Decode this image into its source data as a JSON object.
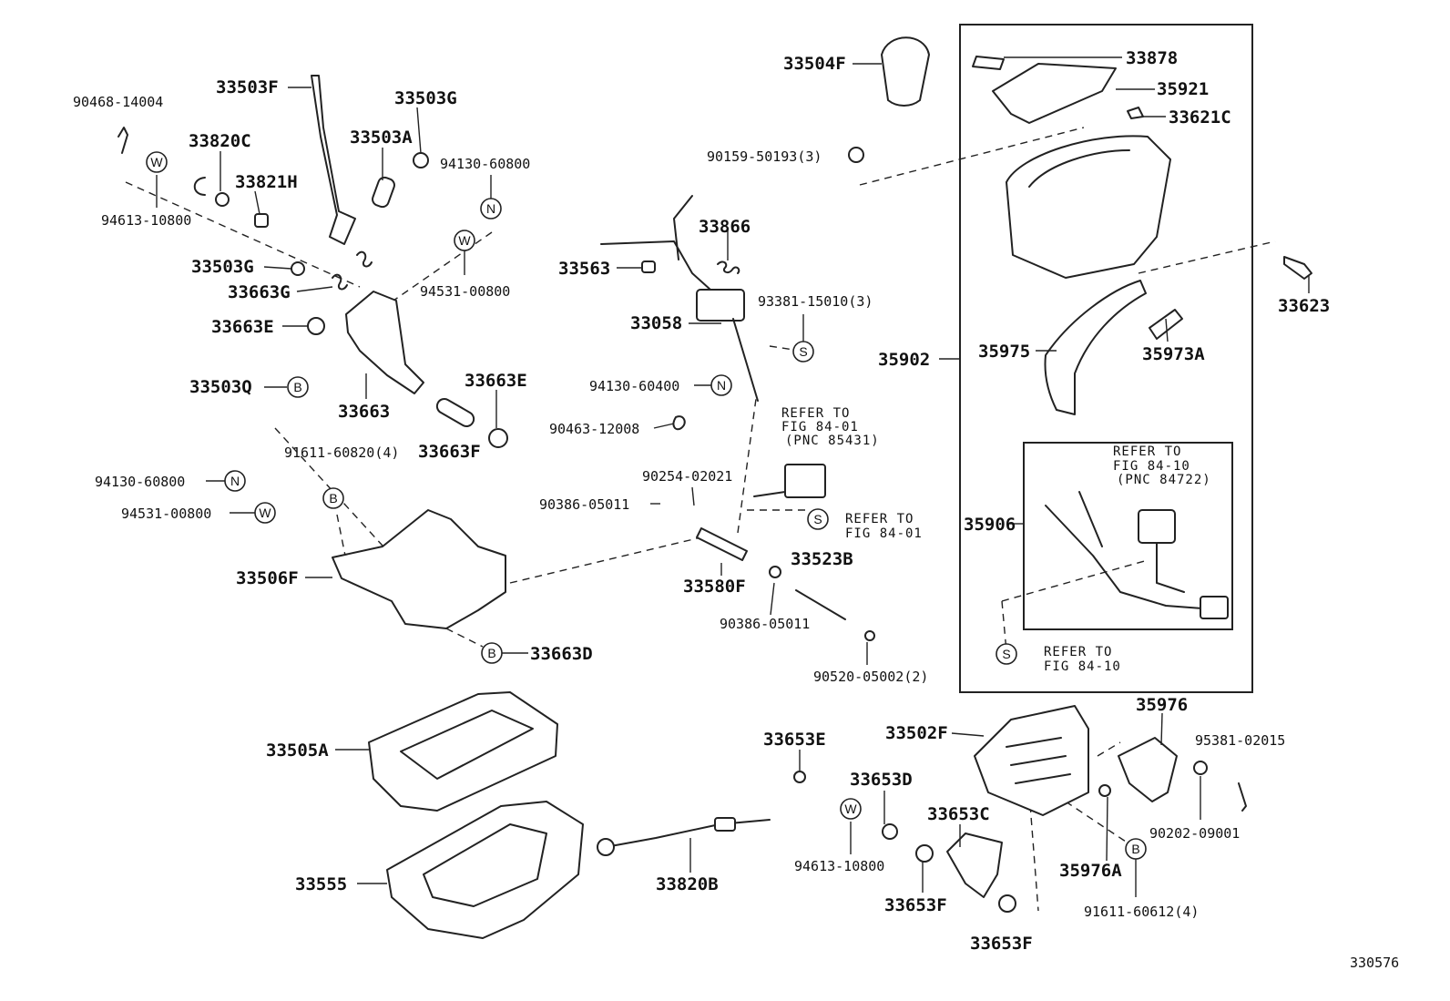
{
  "diagram_id": "330576",
  "labels": {
    "p90468_14004": "90468-14004",
    "p33503F": "33503F",
    "p33503G_top": "33503G",
    "p33503A": "33503A",
    "p94130_60800_a": "94130-60800",
    "p33820C": "33820C",
    "p33821H": "33821H",
    "p94613_10800_a": "94613-10800",
    "p33503G_mid": "33503G",
    "p33663G": "33663G",
    "p94531_00800_a": "94531-00800",
    "p33663E_a": "33663E",
    "p33503Q": "33503Q",
    "p33663": "33663",
    "p33663E_b": "33663E",
    "p33663F": "33663F",
    "p91611_60820": "91611-60820(4)",
    "p94130_60800_b": "94130-60800",
    "p94531_00800_b": "94531-00800",
    "p33506F": "33506F",
    "p33663D": "33663D",
    "p33504F": "33504F",
    "p90159_50193": "90159-50193(3)",
    "p33866": "33866",
    "p33563": "33563",
    "p93381_15010": "93381-15010(3)",
    "p33058": "33058",
    "p94130_60400": "94130-60400",
    "p90463_12008": "90463-12008",
    "p90254_02021": "90254-02021",
    "p90386_05011_a": "90386-05011",
    "p33580F": "33580F",
    "p33523B": "33523B",
    "p90386_05011_b": "90386-05011",
    "p90520_05002": "90520-05002(2)",
    "p33878": "33878",
    "p35921": "35921",
    "p33621C": "33621C",
    "p33623": "33623",
    "p35902": "35902",
    "p35975": "35975",
    "p35973A": "35973A",
    "p35906": "35906",
    "p35976": "35976",
    "p95381_02015": "95381-02015",
    "p33502F": "33502F",
    "p90202_09001": "90202-09001",
    "p35976A": "35976A",
    "p91611_60612": "91611-60612(4)",
    "p33653E": "33653E",
    "p33653D": "33653D",
    "p94613_10800_b": "94613-10800",
    "p33653C": "33653C",
    "p33653F_a": "33653F",
    "p33653F_b": "33653F",
    "p33505A": "33505A",
    "p33555": "33555",
    "p33820B": "33820B"
  },
  "notes": {
    "refer_8401_pnc_l1": "REFER TO",
    "refer_8401_pnc_l2": "FIG 84-01",
    "refer_8401_pnc_l3": "(PNC 85431)",
    "refer_8401_l1": "REFER TO",
    "refer_8401_l2": "FIG 84-01",
    "refer_8410_pnc_l1": "REFER TO",
    "refer_8410_pnc_l2": "FIG 84-10",
    "refer_8410_pnc_l3": "(PNC 84722)",
    "refer_8410_l1": "REFER TO",
    "refer_8410_l2": "FIG 84-10"
  },
  "symbols": {
    "W": "W",
    "N": "N",
    "B": "B",
    "S": "S"
  }
}
